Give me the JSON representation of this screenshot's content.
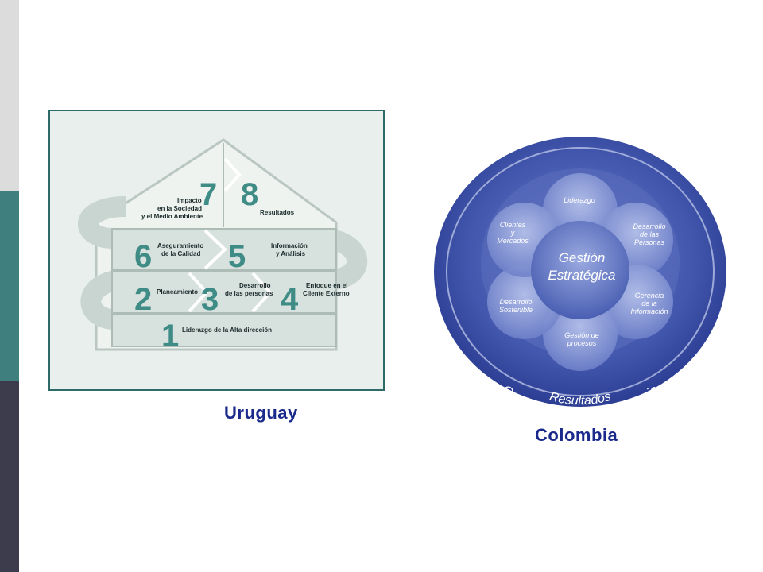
{
  "slide": {
    "accent_colors": {
      "side_top": "#dcdcdc",
      "side_mid": "#3f7f7d",
      "side_bot": "#3d3c4c",
      "caption": "#1a2a8c"
    }
  },
  "uruguay": {
    "caption": "Uruguay",
    "steps": [
      {
        "number": "1",
        "line1": "Liderazgo de la Alta dirección",
        "line2": "",
        "line3": ""
      },
      {
        "number": "2",
        "line1": "Planeamiento",
        "line2": "",
        "line3": ""
      },
      {
        "number": "3",
        "line1": "Desarrollo",
        "line2": "de las personas",
        "line3": ""
      },
      {
        "number": "4",
        "line1": "Enfoque en el",
        "line2": "Cliente Externo",
        "line3": ""
      },
      {
        "number": "5",
        "line1": "Información",
        "line2": "y Análisis",
        "line3": ""
      },
      {
        "number": "6",
        "line1": "Aseguramiento",
        "line2": "de la Calidad",
        "line3": ""
      },
      {
        "number": "7",
        "line1": "Impacto",
        "line2": "en la Sociedad",
        "line3": "y el Medio Ambiente"
      },
      {
        "number": "8",
        "line1": "Resultados",
        "line2": "",
        "line3": ""
      }
    ]
  },
  "colombia": {
    "caption": "Colombia",
    "center": {
      "line1": "Gestión",
      "line2": "Estratégica"
    },
    "petals": [
      {
        "line1": "Liderazgo",
        "line2": "",
        "line3": ""
      },
      {
        "line1": "Desarrollo",
        "line2": "de las",
        "line3": "Personas"
      },
      {
        "line1": "Gerencia",
        "line2": "de la",
        "line3": "Información"
      },
      {
        "line1": "Gestión de",
        "line2": "procesos",
        "line3": ""
      },
      {
        "line1": "Desarrollo",
        "line2": "Sostenible",
        "line3": ""
      },
      {
        "line1": "Clientes",
        "line2": "y",
        "line3": "Mercados"
      }
    ],
    "ring_inner": "Resultados",
    "ring_outer": "Organización de Aprendizaje"
  }
}
